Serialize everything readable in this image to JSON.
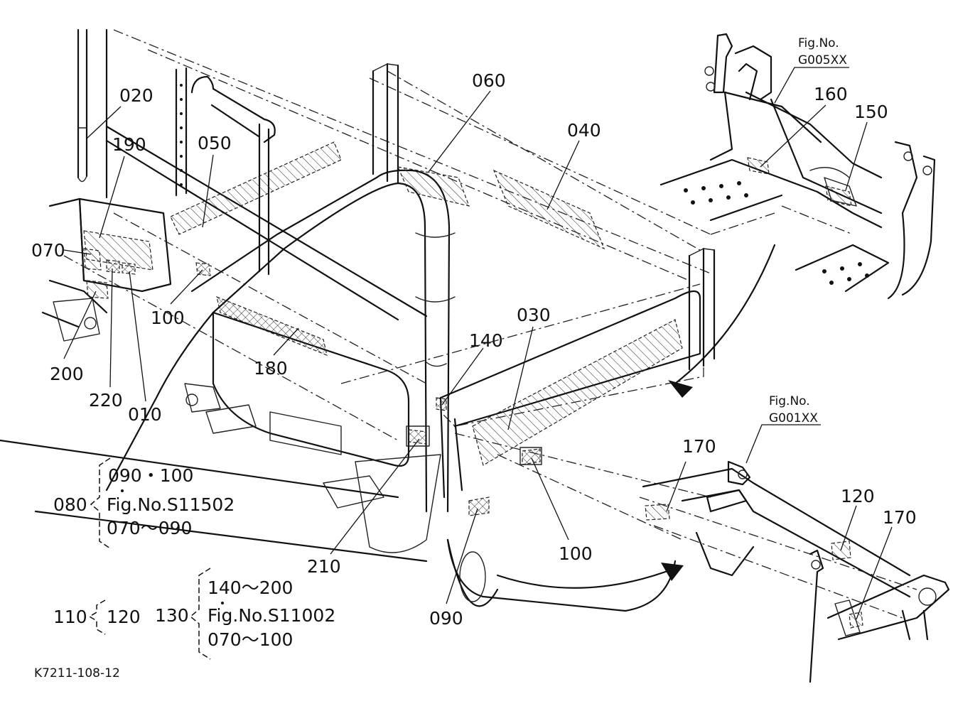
{
  "figure_refs": [
    {
      "line1": "Fig.No.",
      "line2": "G005XX"
    },
    {
      "line1": "Fig.No.",
      "line2": "G001XX"
    }
  ],
  "callouts": {
    "c020": "020",
    "c190": "190",
    "c050": "050",
    "c060": "060",
    "c040": "040",
    "c160": "160",
    "c150": "150",
    "c070": "070",
    "c100a": "100",
    "c030": "030",
    "c140": "140",
    "c180": "180",
    "c200": "200",
    "c220": "220",
    "c010": "010",
    "c170a": "170",
    "c120": "120",
    "c170b": "170",
    "c210": "210",
    "c100b": "100",
    "c090": "090"
  },
  "groups": {
    "g080": {
      "parent": "080",
      "line1": "090・100",
      "line2": "Fig.No.S11502",
      "line3": "070～090"
    },
    "g110": {
      "parent": "110",
      "line1": "120"
    },
    "g130": {
      "parent": "130",
      "line1": "140～200",
      "line2": "Fig.No.S11002",
      "line3": "070～100"
    }
  },
  "drawing_code": "K7211-108-12",
  "icons": [
    "hatched-decal-label",
    "arrow-curved"
  ]
}
